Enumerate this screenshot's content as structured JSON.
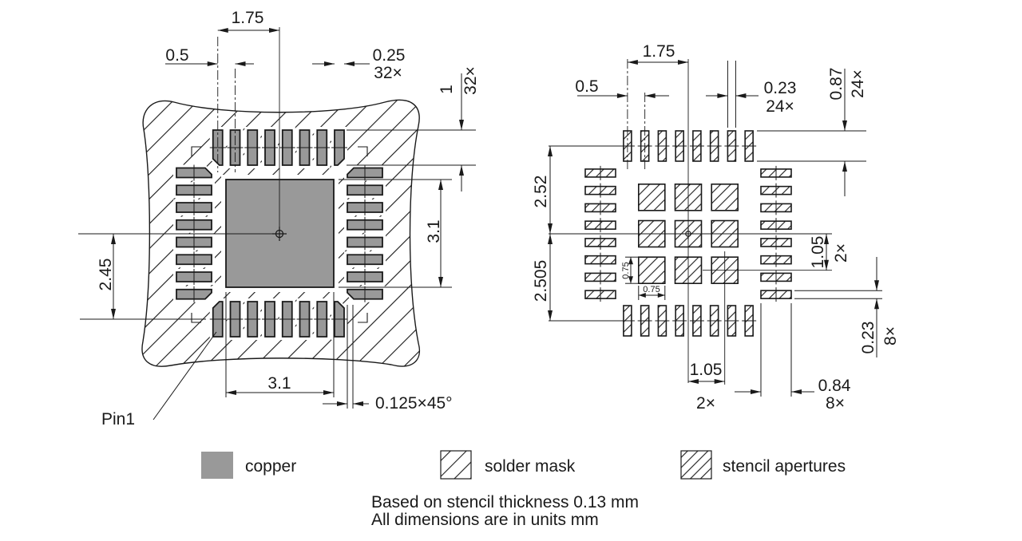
{
  "colors": {
    "copper": "#999999",
    "line": "#1a1a1a",
    "background": "#ffffff"
  },
  "left_diagram": {
    "pads_per_side": 8,
    "pin1_label": "Pin1",
    "dims": {
      "lead_center_offset": "1.75",
      "pad_pitch": "0.5",
      "pad_width": "0.25",
      "pad_width_count": "32×",
      "pad_length": "1",
      "pad_length_count": "32×",
      "center_pad_height": "3.1",
      "row_center_offset": "2.45",
      "center_pad_width": "3.1",
      "corner_chamfer": "0.125×45°"
    }
  },
  "right_diagram": {
    "apertures_per_side": 8,
    "center_grid": "3×3",
    "dims": {
      "aperture_center_offset": "1.75",
      "aperture_pitch": "0.5",
      "aperture_width": "0.23",
      "aperture_width_count": "24×",
      "aperture_length": "0.87",
      "aperture_length_count": "24×",
      "top_row_offset": "2.52",
      "bottom_row_offset": "2.505",
      "grid_pitch_vertical": "1.05",
      "grid_pitch_vertical_count": "2×",
      "corner_aperture_width": "0.23",
      "corner_aperture_width_count": "8×",
      "corner_aperture_length": "0.84",
      "corner_aperture_length_count": "8×",
      "grid_pitch_horizontal": "1.05",
      "grid_pitch_horizontal_count": "2×",
      "grid_aperture_width": "0.75",
      "grid_aperture_height": "0.75"
    }
  },
  "legend": {
    "copper_label": "copper",
    "solder_mask_label": "solder mask",
    "stencil_label": "stencil apertures"
  },
  "notes": {
    "line1": "Based on stencil thickness 0.13 mm",
    "line2": "All dimensions are in units mm"
  }
}
